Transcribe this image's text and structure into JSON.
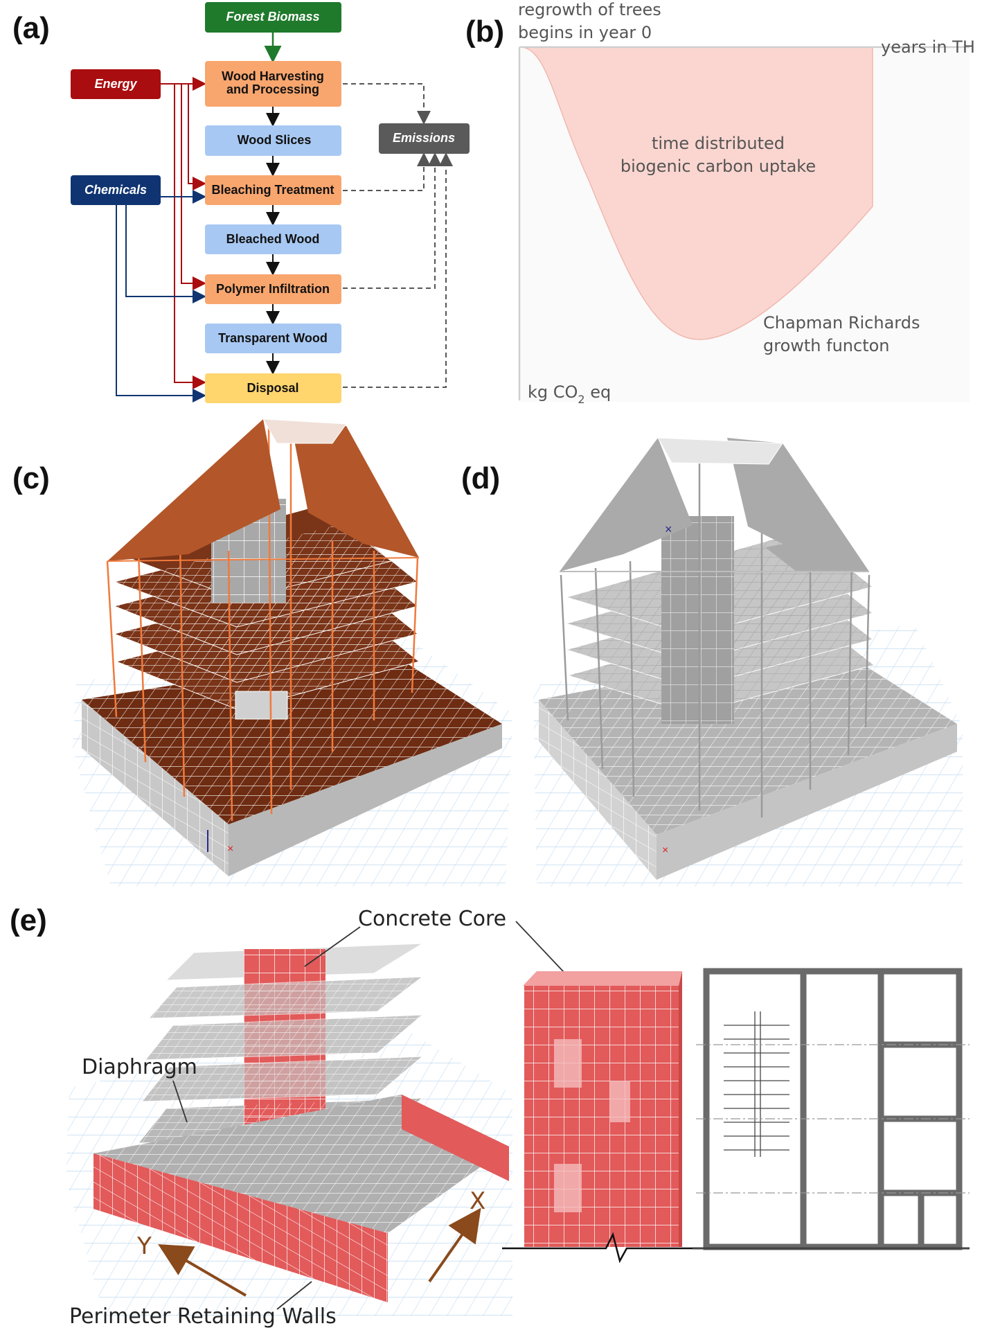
{
  "panels": {
    "a": "(a)",
    "b": "(b)",
    "c": "(c)",
    "d": "(d)",
    "e": "(e)"
  },
  "flowchart": {
    "forest_biomass": "Forest Biomass",
    "wood_harvesting_1": "Wood Harvesting",
    "wood_harvesting_2": "and Processing",
    "wood_slices": "Wood Slices",
    "bleaching_treatment": "Bleaching Treatment",
    "bleached_wood": "Bleached Wood",
    "polymer_infiltration": "Polymer Infiltration",
    "transparent_wood": "Transparent Wood",
    "disposal": "Disposal",
    "energy": "Energy",
    "chemicals": "Chemicals",
    "emissions": "Emissions"
  },
  "uptake_chart": {
    "regrowth_1": "regrowth of trees",
    "regrowth_2": "begins in year 0",
    "x_label": "years in TH",
    "area_label_1": "time distributed",
    "area_label_2": "biogenic carbon uptake",
    "curve_label_1": "Chapman Richards",
    "curve_label_2": "growth functon",
    "y_label_main": "kg CO",
    "y_label_sub": "2",
    "y_label_end": " eq"
  },
  "core_model": {
    "concrete_core": "Concrete Core",
    "diaphragm": "Diaphragm",
    "perimeter_walls": "Perimeter Retaining Walls",
    "axis_x": "X",
    "axis_y": "Y"
  },
  "colors": {
    "green": "#1f7a2c",
    "orange": "#f8a66e",
    "blue_box": "#a7c8f2",
    "yellow": "#ffd56e",
    "energy_red": "#a90d10",
    "chem_blue": "#0f3471",
    "emissions_gray": "#5a5a5a",
    "uptake_fill": "#fbd6d0",
    "roof_orange": "#b3562a",
    "slab_brown": "#6e2c12",
    "core_red": "#e25a5a"
  }
}
